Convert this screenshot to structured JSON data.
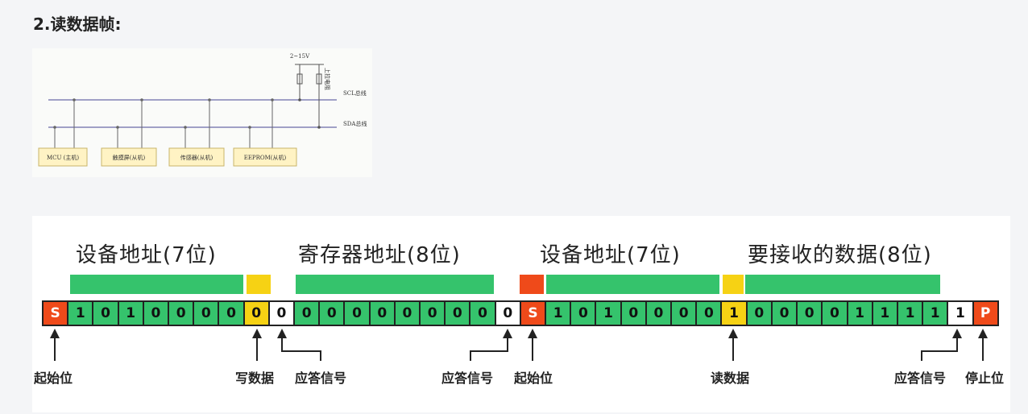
{
  "heading": "2.读数据帧:",
  "bus_diagram": {
    "voltage": "2~15V",
    "pullup": "上拉电阻",
    "scl": "SCL总线",
    "sda": "SDA总线",
    "devices": [
      "MCU (主机)",
      "触摸屏(从机)",
      "传感器(从机)",
      "EEPROM(从机)"
    ]
  },
  "sections": [
    "设备地址(7位)",
    "寄存器地址(8位)",
    "设备地址(7位)",
    "要接收的数据(8位)"
  ],
  "colors": {
    "green": "#35c36c",
    "yellow": "#f6d214",
    "red": "#ef4a1a",
    "white": "#ffffff"
  },
  "bits": [
    {
      "v": "S",
      "c": "red"
    },
    {
      "v": "1",
      "c": "green"
    },
    {
      "v": "0",
      "c": "green"
    },
    {
      "v": "1",
      "c": "green"
    },
    {
      "v": "0",
      "c": "green"
    },
    {
      "v": "0",
      "c": "green"
    },
    {
      "v": "0",
      "c": "green"
    },
    {
      "v": "0",
      "c": "green"
    },
    {
      "v": "0",
      "c": "yellow"
    },
    {
      "v": "0",
      "c": "white"
    },
    {
      "v": "0",
      "c": "green"
    },
    {
      "v": "0",
      "c": "green"
    },
    {
      "v": "0",
      "c": "green"
    },
    {
      "v": "0",
      "c": "green"
    },
    {
      "v": "0",
      "c": "green"
    },
    {
      "v": "0",
      "c": "green"
    },
    {
      "v": "0",
      "c": "green"
    },
    {
      "v": "0",
      "c": "green"
    },
    {
      "v": "0",
      "c": "white"
    },
    {
      "v": "S",
      "c": "red"
    },
    {
      "v": "1",
      "c": "green"
    },
    {
      "v": "0",
      "c": "green"
    },
    {
      "v": "1",
      "c": "green"
    },
    {
      "v": "0",
      "c": "green"
    },
    {
      "v": "0",
      "c": "green"
    },
    {
      "v": "0",
      "c": "green"
    },
    {
      "v": "0",
      "c": "green"
    },
    {
      "v": "1",
      "c": "yellow"
    },
    {
      "v": "0",
      "c": "green"
    },
    {
      "v": "0",
      "c": "green"
    },
    {
      "v": "0",
      "c": "green"
    },
    {
      "v": "0",
      "c": "green"
    },
    {
      "v": "1",
      "c": "green"
    },
    {
      "v": "1",
      "c": "green"
    },
    {
      "v": "1",
      "c": "green"
    },
    {
      "v": "1",
      "c": "green"
    },
    {
      "v": "1",
      "c": "white"
    },
    {
      "v": "P",
      "c": "red"
    }
  ],
  "labels": {
    "start1": "起始位",
    "write": "写数据",
    "ack1": "应答信号",
    "ack2": "应答信号",
    "start2": "起始位",
    "read": "读数据",
    "ack3": "应答信号",
    "stop": "停止位"
  }
}
